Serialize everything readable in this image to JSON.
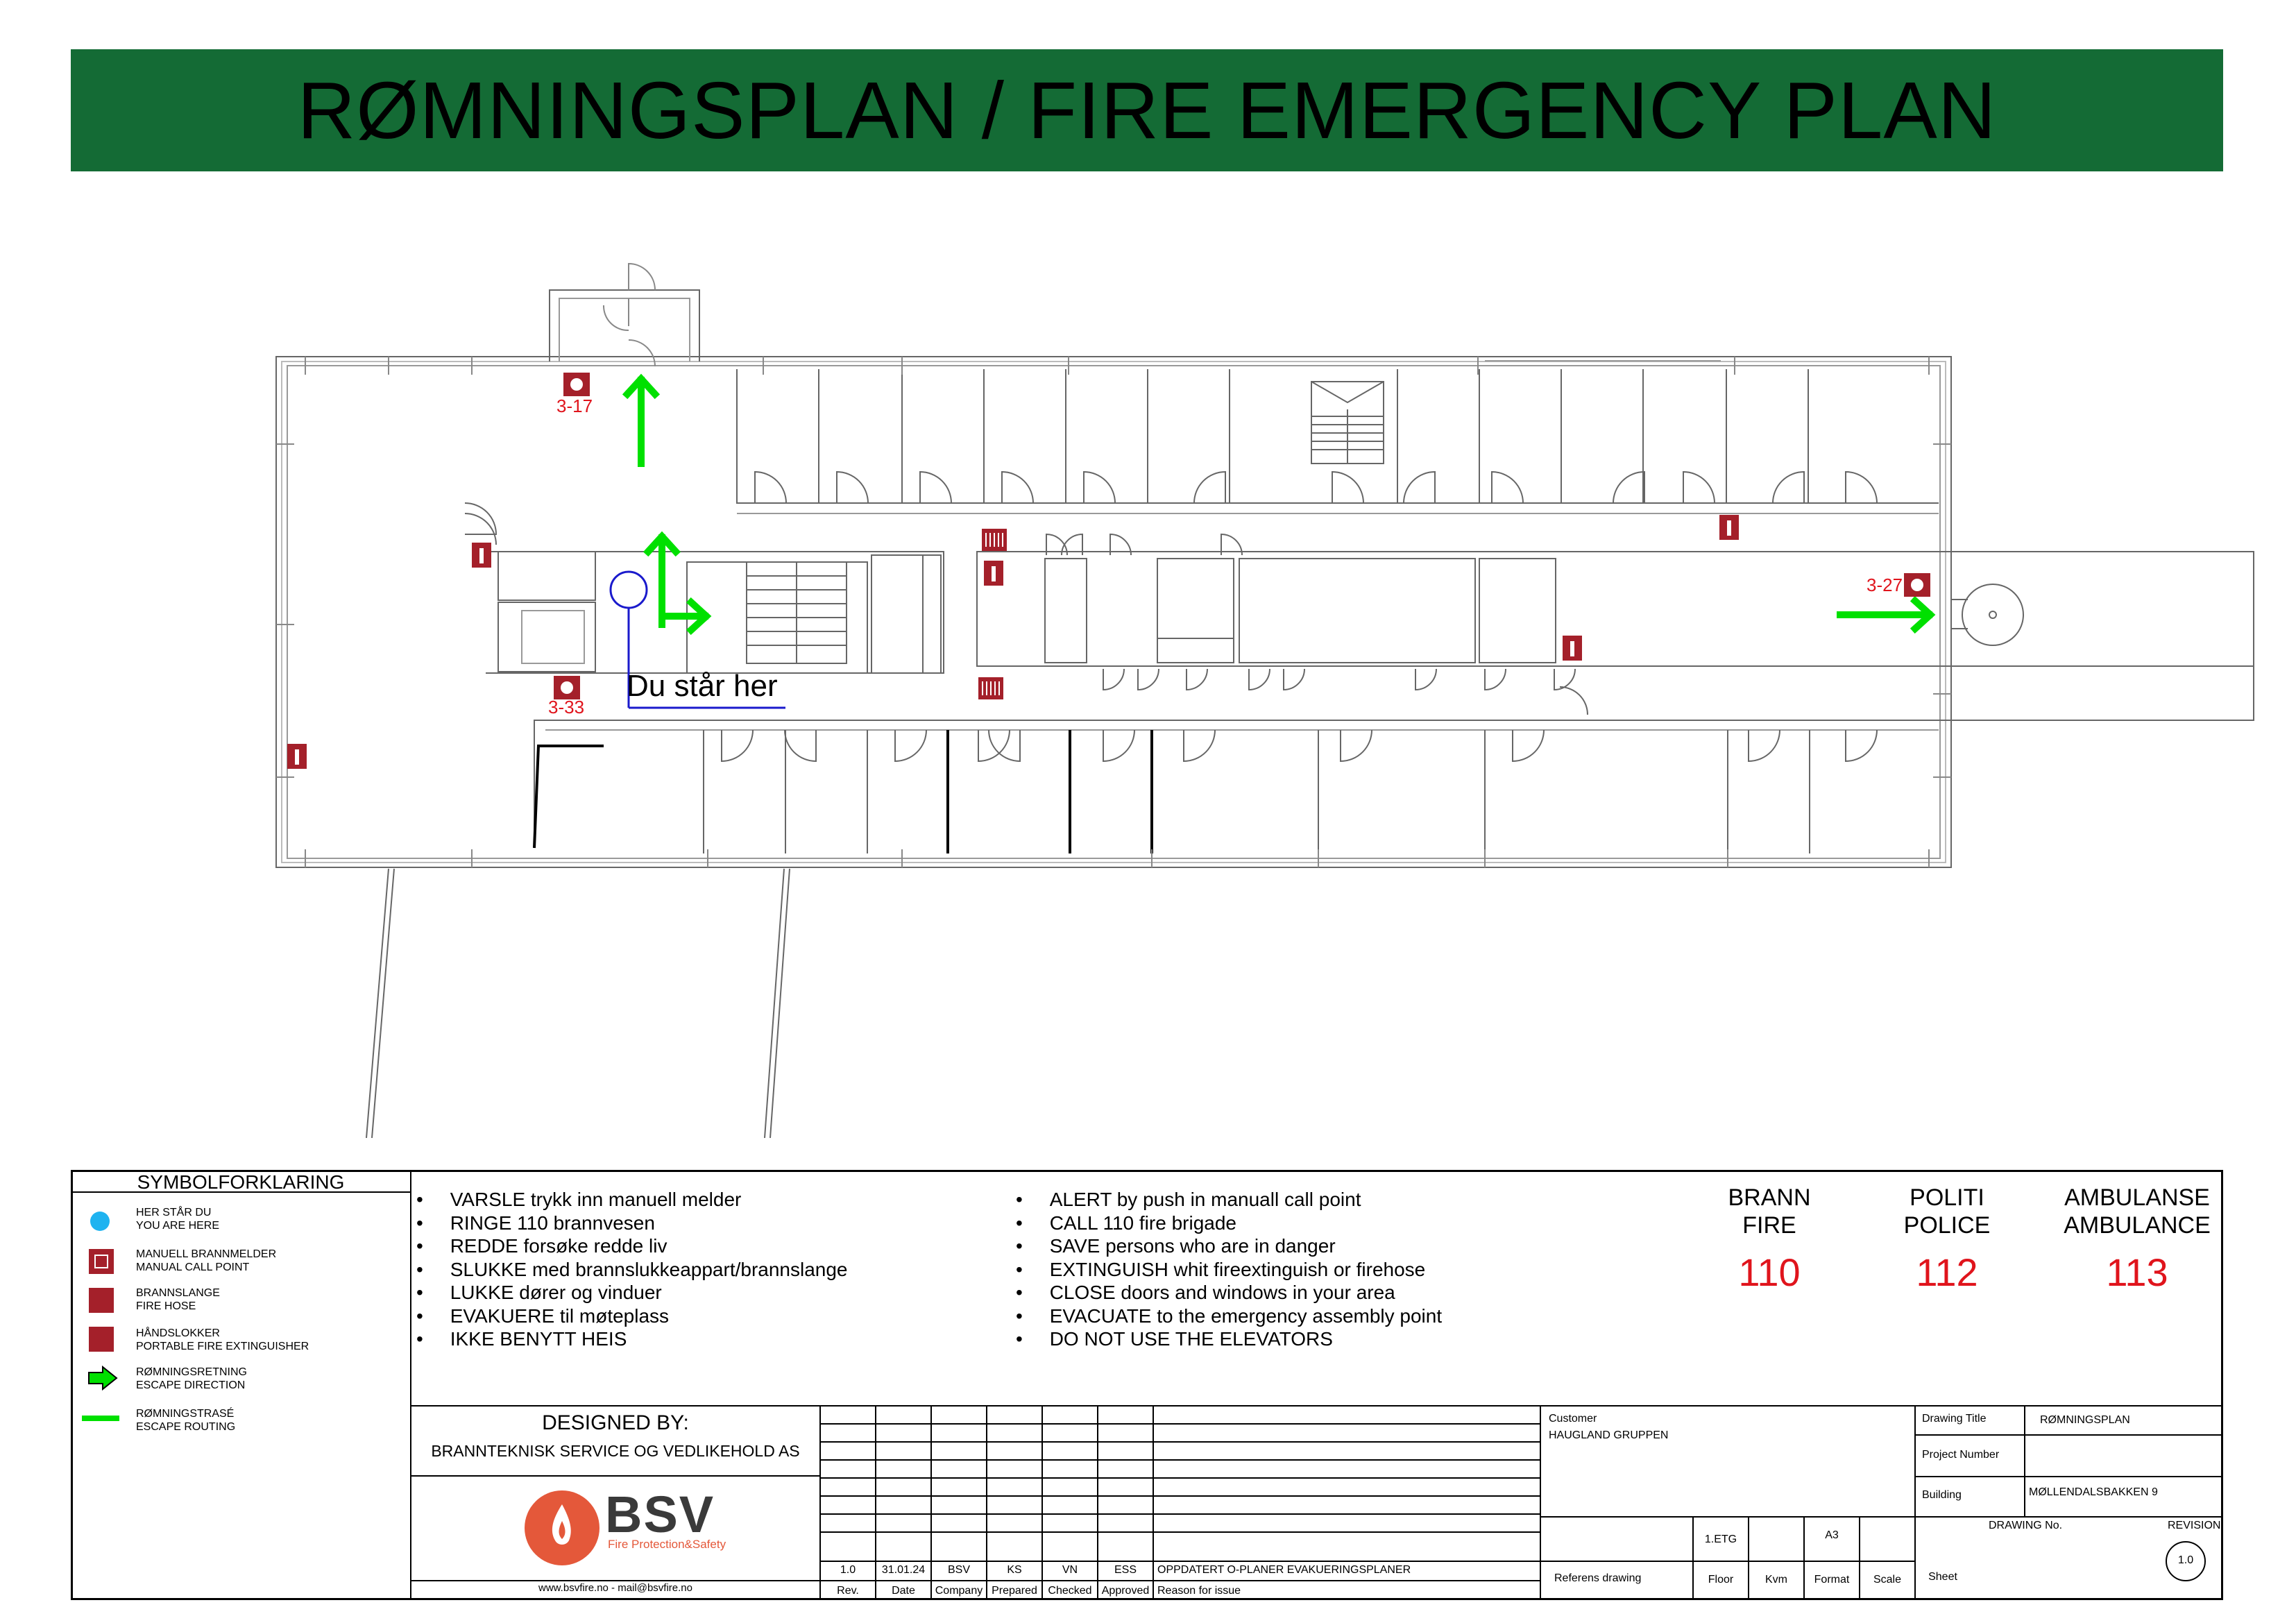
{
  "header": {
    "title": "RØMNINGSPLAN / FIRE EMERGENCY PLAN"
  },
  "plan": {
    "you_are_here": "Du står her",
    "call_points": [
      "3-17",
      "3-27",
      "3-33"
    ]
  },
  "legend": {
    "title": "SYMBOLFORKLARING",
    "items": [
      {
        "icon": "you-are-here-dot",
        "no": "HER STÅR DU",
        "en": "YOU ARE HERE"
      },
      {
        "icon": "manual-call-point-icon",
        "no": "MANUELL BRANNMELDER",
        "en": "MANUAL CALL POINT"
      },
      {
        "icon": "fire-hose-icon",
        "no": "BRANNSLANGE",
        "en": "FIRE HOSE"
      },
      {
        "icon": "fire-extinguisher-icon",
        "no": "HÅNDSLOKKER",
        "en": "PORTABLE FIRE EXTINGUISHER"
      },
      {
        "icon": "escape-direction-arrow-icon",
        "no": "RØMNINGSRETNING",
        "en": "ESCAPE DIRECTION"
      },
      {
        "icon": "escape-routing-line-icon",
        "no": "RØMNINGSTRASÉ",
        "en": "ESCAPE ROUTING"
      }
    ]
  },
  "instructions": {
    "no": [
      "VARSLE trykk inn manuell melder",
      "RINGE 110 brannvesen",
      "REDDE forsøke redde liv",
      "SLUKKE med brannslukkeappart/brannslange",
      "LUKKE dører og vinduer",
      "EVAKUERE til møteplass",
      "IKKE BENYTT HEIS"
    ],
    "en": [
      "ALERT by push in manuall call point",
      "CALL 110 fire brigade",
      "SAVE persons who are in danger",
      "EXTINGUISH whit fireextinguish or firehose",
      "CLOSE doors and windows in your area",
      "EVACUATE to the emergency assembly point",
      "DO NOT USE THE ELEVATORS"
    ]
  },
  "emergency": [
    {
      "no": "BRANN",
      "en": "FIRE",
      "number": "110"
    },
    {
      "no": "POLITI",
      "en": "POLICE",
      "number": "112"
    },
    {
      "no": "AMBULANSE",
      "en": "AMBULANCE",
      "number": "113"
    }
  ],
  "designer": {
    "label": "DESIGNED BY:",
    "company": "BRANNTEKNISK SERVICE OG VEDLIKEHOLD AS",
    "logo_text": "BSV",
    "logo_tagline": "Fire Protection&Safety",
    "contact": "www.bsvfire.no - mail@bsvfire.no"
  },
  "revision": {
    "values": [
      "1.0",
      "31.01.24",
      "BSV",
      "KS",
      "VN",
      "ESS",
      "OPPDATERT O-PLANER EVAKUERINGSPLANER"
    ],
    "headers": [
      "Rev.",
      "Date",
      "Company",
      "Prepared",
      "Checked",
      "Approved",
      "Reason for issue"
    ]
  },
  "titleblock": {
    "customer_label": "Customer",
    "customer": "HAUGLAND GRUPPEN",
    "drawing_title_label": "Drawing Title",
    "drawing_title": "RØMNINGSPLAN",
    "project_number_label": "Project Number",
    "building_label": "Building",
    "building": "MØLLENDALSBAKKEN 9",
    "drawing_no_label": "DRAWING No.",
    "revision_label": "REVISION",
    "revision": "1.0",
    "floor_value": "1.ETG",
    "format_value": "A3",
    "referens_drawing": "Referens drawing",
    "floor_label": "Floor",
    "kvm_label": "Kvm",
    "format_label": "Format",
    "scale_label": "Scale",
    "sheet_label": "Sheet"
  },
  "colors": {
    "banner": "#146b35",
    "escape": "#00e000",
    "safety": "#a4202a",
    "numbers": "#e0141c",
    "you_are_here": "#1a1acc",
    "logo": "#e4583a"
  }
}
